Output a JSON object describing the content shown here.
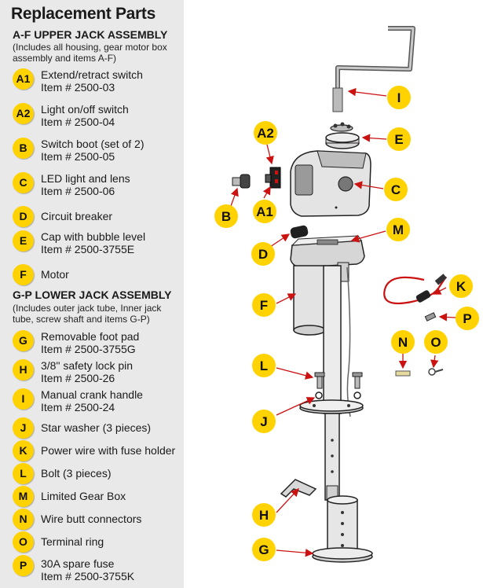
{
  "title": "Replacement Parts",
  "upper": {
    "heading": "A-F  UPPER JACK ASSEMBLY",
    "note": "(Includes all housing, gear motor box assembly and items A-F)"
  },
  "lower": {
    "heading": "G-P  LOWER JACK ASSEMBLY",
    "note": "(Includes outer jack tube, Inner jack tube, screw shaft and items G-P)"
  },
  "parts": [
    {
      "code": "A1",
      "name": "Extend/retract switch",
      "item": "Item # 2500-03"
    },
    {
      "code": "A2",
      "name": "Light on/off switch",
      "item": "Item # 2500-04"
    },
    {
      "code": "B",
      "name": "Switch boot (set of 2)",
      "item": "Item # 2500-05"
    },
    {
      "code": "C",
      "name": "LED light and lens",
      "item": "Item # 2500-06"
    },
    {
      "code": "D",
      "name": "Circuit breaker",
      "item": ""
    },
    {
      "code": "E",
      "name": "Cap with bubble level",
      "item": "Item # 2500-3755E"
    },
    {
      "code": "F",
      "name": "Motor",
      "item": ""
    },
    {
      "code": "G",
      "name": "Removable foot pad",
      "item": "Item # 2500-3755G"
    },
    {
      "code": "H",
      "name": "3/8\" safety lock pin",
      "item": "Item # 2500-26"
    },
    {
      "code": "I",
      "name": "Manual crank handle",
      "item": "Item # 2500-24"
    },
    {
      "code": "J",
      "name": "Star washer (3 pieces)",
      "item": ""
    },
    {
      "code": "K",
      "name": "Power wire with fuse holder",
      "item": ""
    },
    {
      "code": "L",
      "name": "Bolt (3 pieces)",
      "item": ""
    },
    {
      "code": "M",
      "name": "Limited Gear Box",
      "item": ""
    },
    {
      "code": "N",
      "name": "Wire butt connectors",
      "item": ""
    },
    {
      "code": "O",
      "name": "Terminal ring",
      "item": ""
    },
    {
      "code": "P",
      "name": "30A spare fuse",
      "item": "Item # 2500-3755K"
    }
  ],
  "callouts": [
    "I",
    "A2",
    "E",
    "C",
    "B",
    "A1",
    "M",
    "D",
    "F",
    "K",
    "P",
    "N",
    "O",
    "L",
    "J",
    "H",
    "G"
  ],
  "colors": {
    "badge": "#ffd200",
    "panel": "#e9e9e9",
    "arrow": "#cc1111",
    "wire": "#cc1111"
  }
}
